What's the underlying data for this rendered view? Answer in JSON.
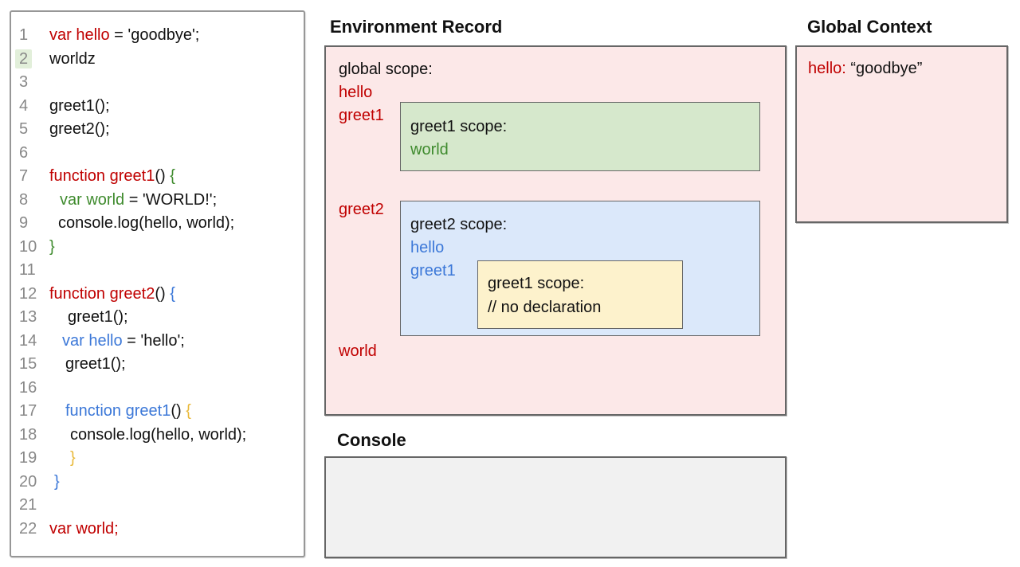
{
  "code_panel": {
    "highlighted_line": "2",
    "lines": [
      {
        "num": "1",
        "indent": 0,
        "segments": [
          {
            "t": "var hello",
            "c": "red"
          },
          {
            "t": " = 'goodbye';",
            "c": "black"
          }
        ]
      },
      {
        "num": "2",
        "indent": 0,
        "segments": [
          {
            "t": "worldz",
            "c": "black"
          }
        ]
      },
      {
        "num": "3",
        "indent": 0,
        "segments": []
      },
      {
        "num": "4",
        "indent": 0,
        "segments": [
          {
            "t": "greet1();",
            "c": "black"
          }
        ]
      },
      {
        "num": "5",
        "indent": 0,
        "segments": [
          {
            "t": "greet2();",
            "c": "black"
          }
        ]
      },
      {
        "num": "6",
        "indent": 0,
        "segments": []
      },
      {
        "num": "7",
        "indent": 0,
        "segments": [
          {
            "t": "function greet1",
            "c": "red"
          },
          {
            "t": "() ",
            "c": "black"
          },
          {
            "t": "{",
            "c": "green"
          }
        ]
      },
      {
        "num": "8",
        "indent": 13,
        "segments": [
          {
            "t": "var world",
            "c": "green"
          },
          {
            "t": " = 'WORLD!';",
            "c": "black"
          }
        ]
      },
      {
        "num": "9",
        "indent": 11,
        "segments": [
          {
            "t": "console.log(hello, world);",
            "c": "black"
          }
        ]
      },
      {
        "num": "10",
        "indent": 0,
        "segments": [
          {
            "t": "}",
            "c": "green"
          }
        ]
      },
      {
        "num": "11",
        "indent": 0,
        "segments": []
      },
      {
        "num": "12",
        "indent": 0,
        "segments": [
          {
            "t": "function greet2",
            "c": "red"
          },
          {
            "t": "() ",
            "c": "black"
          },
          {
            "t": "{",
            "c": "blue"
          }
        ]
      },
      {
        "num": "13",
        "indent": 23,
        "segments": [
          {
            "t": "greet1();",
            "c": "black"
          }
        ]
      },
      {
        "num": "14",
        "indent": 16,
        "segments": [
          {
            "t": "var hello",
            "c": "blue"
          },
          {
            "t": " = 'hello';",
            "c": "black"
          }
        ]
      },
      {
        "num": "15",
        "indent": 20,
        "segments": [
          {
            "t": "greet1();",
            "c": "black"
          }
        ]
      },
      {
        "num": "16",
        "indent": 0,
        "segments": []
      },
      {
        "num": "17",
        "indent": 20,
        "segments": [
          {
            "t": "function greet1",
            "c": "blue"
          },
          {
            "t": "() ",
            "c": "black"
          },
          {
            "t": "{",
            "c": "yellow"
          }
        ]
      },
      {
        "num": "18",
        "indent": 26,
        "segments": [
          {
            "t": "console.log(hello, world);",
            "c": "black"
          }
        ]
      },
      {
        "num": "19",
        "indent": 26,
        "segments": [
          {
            "t": "}",
            "c": "yellow"
          }
        ]
      },
      {
        "num": "20",
        "indent": 6,
        "segments": [
          {
            "t": "}",
            "c": "blue"
          }
        ]
      },
      {
        "num": "21",
        "indent": 0,
        "segments": []
      },
      {
        "num": "22",
        "indent": 0,
        "segments": [
          {
            "t": "var world;",
            "c": "red"
          }
        ]
      }
    ]
  },
  "environment_record": {
    "title": "Environment Record",
    "scope_label": "global scope:",
    "var_hello": "hello",
    "var_greet1": "greet1",
    "var_greet2": "greet2",
    "var_world": "world",
    "greet1_scope": {
      "label": "greet1 scope:",
      "var_world": "world"
    },
    "greet2_scope": {
      "label": "greet2 scope:",
      "var_hello": "hello",
      "var_greet1": "greet1",
      "greet1_scope": {
        "label": "greet1 scope:",
        "comment": "// no declaration"
      }
    }
  },
  "console": {
    "title": "Console"
  },
  "global_context": {
    "title": "Global Context",
    "binding_name": "hello:",
    "binding_value": "“goodbye”"
  },
  "colors": {
    "token_red": "#c00000",
    "token_green": "#3f8b2e",
    "token_blue": "#3c78d8",
    "token_yellow": "#e9b93a",
    "line_number": "#888888",
    "line_highlight": "#e2efda",
    "panel_pink": "#fce8e8",
    "panel_green": "#d6e8cc",
    "panel_blue": "#dbe8fa",
    "panel_yellow": "#fdf2cc",
    "console_gray": "#f1f1f1",
    "border_gray": "#666666"
  }
}
